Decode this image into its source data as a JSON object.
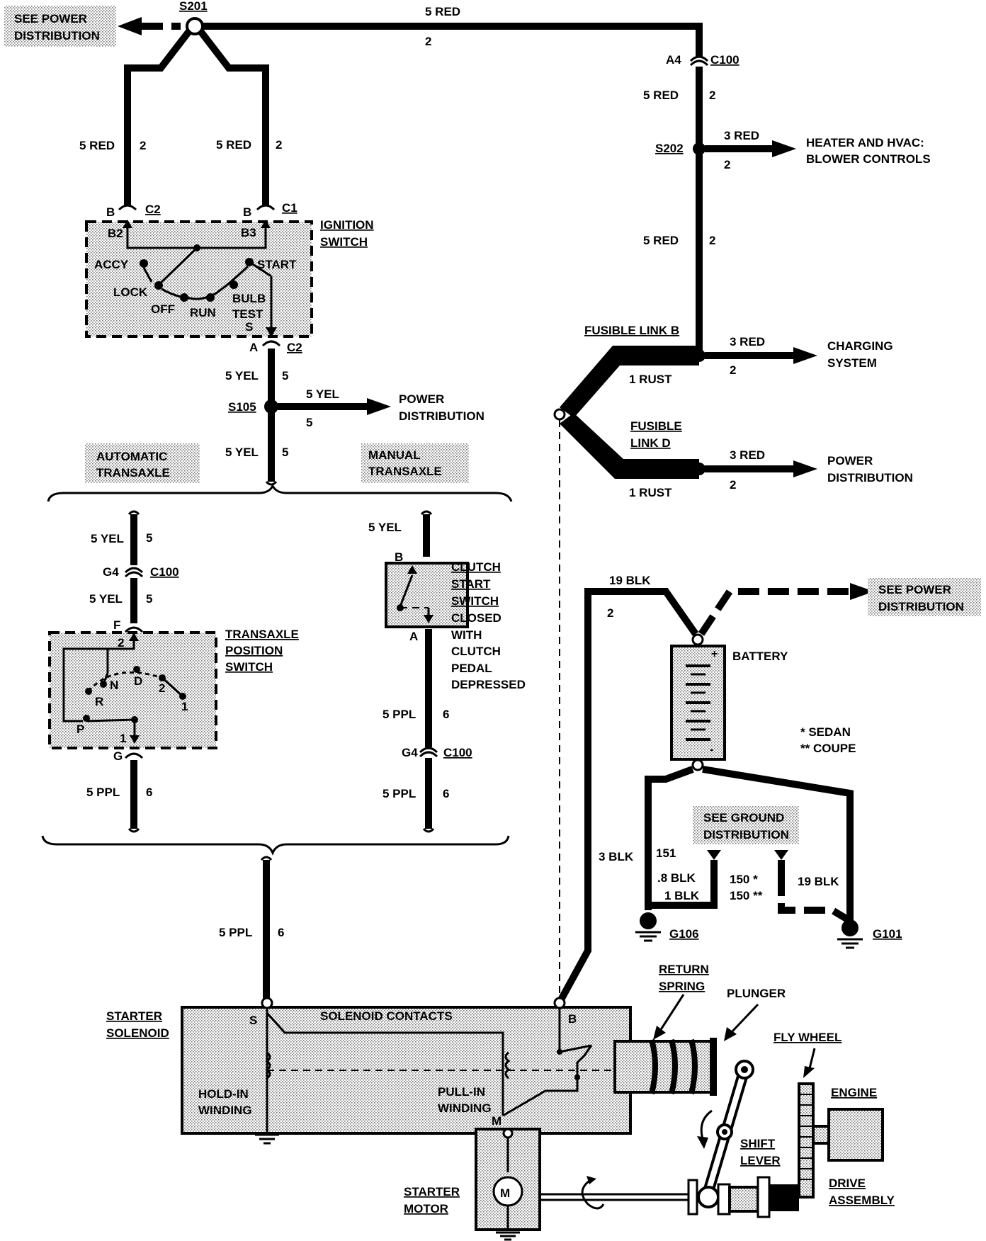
{
  "wires": {
    "s201_to_c100": {
      "color": "5 RED",
      "circuit": "2"
    },
    "c100_to_s202": {
      "color": "5 RED",
      "circuit": "2"
    },
    "s202_to_fusible": {
      "color": "5 RED",
      "circuit": "2"
    },
    "s201_left": {
      "color": "5 RED",
      "circuit": "2"
    },
    "s201_right": {
      "color": "5 RED",
      "circuit": "2"
    },
    "hvac_branch": {
      "color": "3 RED",
      "circuit": "2"
    },
    "charging_branch": {
      "color": "3 RED",
      "circuit": "2"
    },
    "power_branch": {
      "color": "3 RED",
      "circuit": "2"
    },
    "fusible_b_rust": "1 RUST",
    "fusible_d_rust": "1 RUST",
    "ign_to_s105": {
      "color": "5 YEL",
      "circuit": "5"
    },
    "s105_branch": {
      "color": "5 YEL",
      "circuit": "5"
    },
    "s105_down": {
      "color": "5 YEL",
      "circuit": "5"
    },
    "auto_top": {
      "color": "5 YEL",
      "circuit": "5"
    },
    "auto_mid": {
      "color": "5 YEL",
      "circuit": "5"
    },
    "auto_bottom": {
      "color": "5 PPL",
      "circuit": "6"
    },
    "manual_top": {
      "color": "5 YEL",
      "circuit": "5"
    },
    "manual_mid": {
      "color": "5 PPL",
      "circuit": "6"
    },
    "manual_bottom": {
      "color": "5 PPL",
      "circuit": "6"
    },
    "to_solenoid": {
      "color": "5 PPL",
      "circuit": "6"
    },
    "battery_pos": {
      "color": "19 BLK",
      "circuit": "2"
    },
    "batt_left": {
      "color": "3 BLK",
      "circuit": "151"
    },
    "batt_g106_a": ".8 BLK",
    "batt_g106_b": "1 BLK",
    "batt_150_a": "150 *",
    "batt_150_b": "150 **",
    "batt_right": "19 BLK"
  },
  "splices": {
    "s201": "S201",
    "s202": "S202",
    "s105": "S105"
  },
  "connectors": {
    "c100_top": {
      "pin": "A4",
      "name": "C100"
    },
    "ign_c2": {
      "pin": "B",
      "name": "C2"
    },
    "ign_c1": {
      "pin": "B",
      "name": "C1"
    },
    "ign_out": {
      "pin": "A",
      "name": "C2"
    },
    "auto_c100": {
      "pin": "G4",
      "name": "C100"
    },
    "manual_c100": {
      "pin": "G4",
      "name": "C100"
    },
    "tps_f": "F",
    "tps_g": "G",
    "clutch_b": "B",
    "clutch_a": "A"
  },
  "labels": {
    "see_power_top": [
      "SEE POWER",
      "DISTRIBUTION"
    ],
    "see_power_batt": [
      "SEE POWER",
      "DISTRIBUTION"
    ],
    "hvac": [
      "HEATER AND HVAC:",
      "BLOWER CONTROLS"
    ],
    "charging": [
      "CHARGING",
      "SYSTEM"
    ],
    "power_dist_right": [
      "POWER",
      "DISTRIBUTION"
    ],
    "power_dist_s105": [
      "POWER",
      "DISTRIBUTION"
    ],
    "fusible_b": "FUSIBLE LINK B",
    "fusible_d": [
      "FUSIBLE",
      "LINK D"
    ],
    "ignition": [
      "IGNITION",
      "SWITCH"
    ],
    "automatic": [
      "AUTOMATIC",
      "TRANSAXLE"
    ],
    "manual": [
      "MANUAL",
      "TRANSAXLE"
    ],
    "tps": [
      "TRANSAXLE",
      "POSITION",
      "SWITCH"
    ],
    "clutch": [
      "CLUTCH",
      "START",
      "SWITCH",
      "CLOSED",
      "WITH",
      "CLUTCH",
      "PEDAL",
      "DEPRESSED"
    ],
    "battery": "BATTERY",
    "sedan": "* SEDAN",
    "coupe": "** COUPE",
    "ground_dist": [
      "SEE GROUND",
      "DISTRIBUTION"
    ],
    "g106": "G106",
    "g101": "G101",
    "starter_solenoid": [
      "STARTER",
      "SOLENOID"
    ],
    "solenoid_contacts": "SOLENOID CONTACTS",
    "hold_in": [
      "HOLD-IN",
      "WINDING"
    ],
    "pull_in": [
      "PULL-IN",
      "WINDING"
    ],
    "starter_motor": [
      "STARTER",
      "MOTOR"
    ],
    "motor_symbol": "M",
    "return_spring": [
      "RETURN",
      "SPRING"
    ],
    "plunger": "PLUNGER",
    "flywheel": "FLY WHEEL",
    "engine": "ENGINE",
    "shift_lever": [
      "SHIFT",
      "LEVER"
    ],
    "drive_assembly": [
      "DRIVE",
      "ASSEMBLY"
    ],
    "sol_s": "S",
    "sol_b": "B",
    "sol_m": "M"
  },
  "ignition_positions": {
    "b2": "B2",
    "b3": "B3",
    "accy": "ACCY",
    "lock": "LOCK",
    "off": "OFF",
    "run": "RUN",
    "bulb_test": [
      "BULB",
      "TEST"
    ],
    "start": "START",
    "s": "S"
  },
  "tps_positions": {
    "two_top": "2",
    "n": "N",
    "d": "D",
    "two": "2",
    "one": "1",
    "r": "R",
    "p": "P",
    "one_bottom": "1"
  }
}
